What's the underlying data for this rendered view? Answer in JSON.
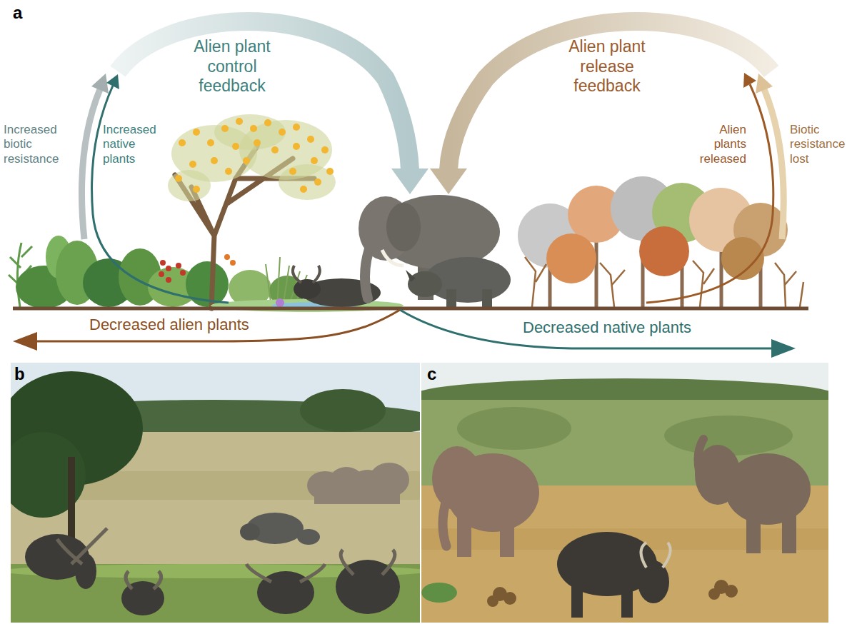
{
  "diagram": {
    "labels": [
      "a",
      "Alien plant control feedback",
      "Increased biotic resistance",
      "Increased native plants",
      "Alien plant release feedback",
      "Alien plants released",
      "Biotic resistance lost",
      "Decreased alien plants",
      "Decreased native plants",
      "b",
      "c"
    ]
  }
}
